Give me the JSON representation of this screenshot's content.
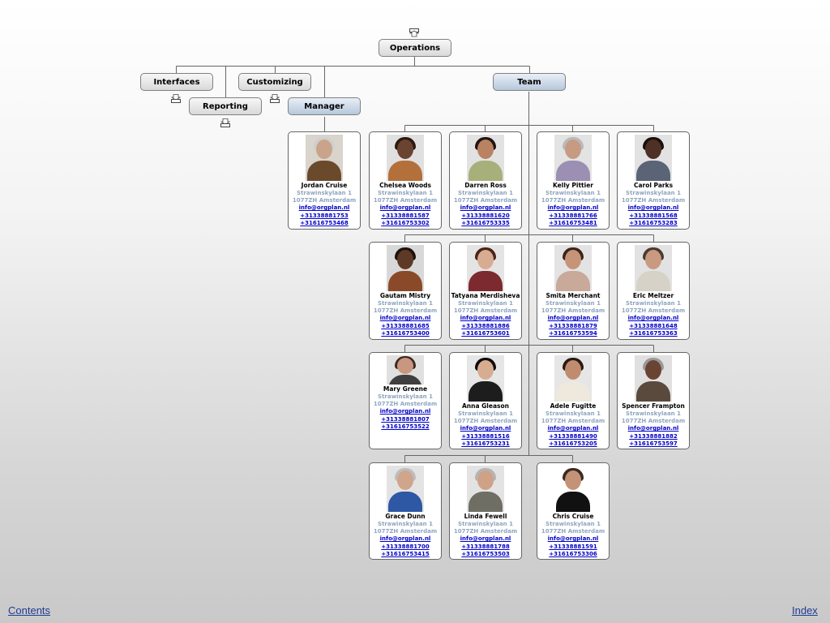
{
  "nodes": {
    "operations": "Operations",
    "interfaces": "Interfaces",
    "customizing": "Customizing",
    "reporting": "Reporting",
    "manager": "Manager",
    "team": "Team"
  },
  "people": [
    {
      "name": "Jordan Cruise",
      "street": "Strawinskylaan 1",
      "city": "1077ZH  Amsterdam",
      "email": "info@orgplan.nl",
      "phone1": "+31338881753",
      "phone2": "+31616753468",
      "skin": "#c9a48a",
      "hair": "#cfcfcf",
      "shirt": "#6b4a2c",
      "bg": "#d9d4cc"
    },
    {
      "name": "Chelsea Woods",
      "street": "Strawinskylaan 1",
      "city": "1077ZH  Amsterdam",
      "email": "info@orgplan.nl",
      "phone1": "+31338881587",
      "phone2": "+31616753302",
      "skin": "#6b4331",
      "hair": "#2a1a12",
      "shirt": "#b4703a",
      "bg": "#e0e0e0"
    },
    {
      "name": "Darren Ross",
      "street": "Strawinskylaan 1",
      "city": "1077ZH  Amsterdam",
      "email": "info@orgplan.nl",
      "phone1": "+31338881620",
      "phone2": "+31616753335",
      "skin": "#b88263",
      "hair": "#1f1411",
      "shirt": "#a7b07a",
      "bg": "#e2e2e2"
    },
    {
      "name": "Kelly Pittier",
      "street": "Strawinskylaan 1",
      "city": "1077ZH  Amsterdam",
      "email": "info@orgplan.nl",
      "phone1": "+31338881766",
      "phone2": "+31616753481",
      "skin": "#c69b82",
      "hair": "#b9b9b9",
      "shirt": "#9b8fb3",
      "bg": "#e3e3e3"
    },
    {
      "name": "Carol Parks",
      "street": "Strawinskylaan 1",
      "city": "1077ZH  Amsterdam",
      "email": "info@orgplan.nl",
      "phone1": "+31338881568",
      "phone2": "+31616753283",
      "skin": "#4f3025",
      "hair": "#1a100c",
      "shirt": "#5a6476",
      "bg": "#e2e2e2"
    },
    {
      "name": "Gautam Mistry",
      "street": "Strawinskylaan 1",
      "city": "1077ZH  Amsterdam",
      "email": "info@orgplan.nl",
      "phone1": "+31338881685",
      "phone2": "+31616753400",
      "skin": "#5e3a26",
      "hair": "#1d120c",
      "shirt": "#8a4a2a",
      "bg": "#d8d8d8"
    },
    {
      "name": "Tatyana Merdisheva",
      "street": "Strawinskylaan 1",
      "city": "1077ZH  Amsterdam",
      "email": "info@orgplan.nl",
      "phone1": "+31338881886",
      "phone2": "+31616753601",
      "skin": "#d8ab93",
      "hair": "#4a2316",
      "shirt": "#7c2a2f",
      "bg": "#e4e4e4"
    },
    {
      "name": "Smita Merchant",
      "street": "Strawinskylaan 1",
      "city": "1077ZH  Amsterdam",
      "email": "info@orgplan.nl",
      "phone1": "+31338881879",
      "phone2": "+31616753594",
      "skin": "#c69478",
      "hair": "#3c2418",
      "shirt": "#c9a99a",
      "bg": "#e3e3e3"
    },
    {
      "name": "Eric Meltzer",
      "street": "Strawinskylaan 1",
      "city": "1077ZH  Amsterdam",
      "email": "info@orgplan.nl",
      "phone1": "+31338881648",
      "phone2": "+31616753363",
      "skin": "#c99a80",
      "hair": "#4a3a30",
      "shirt": "#d6d2c8",
      "bg": "#e2e2e2"
    },
    {
      "name": "Mary Greene",
      "street": "Strawinskylaan 1",
      "city": "1077ZH  Amsterdam",
      "email": "info@orgplan.nl",
      "phone1": "+31338881807",
      "phone2": "+31616753522",
      "skin": "#c99780",
      "hair": "#3a2a22",
      "shirt": "#3f3f3f",
      "bg": "#e0e0e0",
      "small": true
    },
    {
      "name": "Anna Gleason",
      "street": "Strawinskylaan 1",
      "city": "1077ZH  Amsterdam",
      "email": "info@orgplan.nl",
      "phone1": "+31338881516",
      "phone2": "+31616753231",
      "skin": "#d7ad92",
      "hair": "#0f0b0a",
      "shirt": "#1d1d1d",
      "bg": "#e6e6e6"
    },
    {
      "name": "Adele Fugitte",
      "street": "Strawinskylaan 1",
      "city": "1077ZH  Amsterdam",
      "email": "info@orgplan.nl",
      "phone1": "+31338881490",
      "phone2": "+31616753205",
      "skin": "#c08c70",
      "hair": "#2a1912",
      "shirt": "#efe8dd",
      "bg": "#e6e6e6"
    },
    {
      "name": "Spencer Frampton",
      "street": "Strawinskylaan 1",
      "city": "1077ZH  Amsterdam",
      "email": "info@orgplan.nl",
      "phone1": "+31338881882",
      "phone2": "+31616753597",
      "skin": "#6a4433",
      "hair": "#9a9a9a",
      "shirt": "#5a4a3d",
      "bg": "#e0e0e0"
    },
    {
      "name": "Grace Dunn",
      "street": "Strawinskylaan 1",
      "city": "1077ZH  Amsterdam",
      "email": "info@orgplan.nl",
      "phone1": "+31338881700",
      "phone2": "+31616753415",
      "skin": "#d0a58b",
      "hair": "#bdbdbd",
      "shirt": "#2e57a4",
      "bg": "#e3e3e3"
    },
    {
      "name": "Linda Fewell",
      "street": "Strawinskylaan 1",
      "city": "1077ZH  Amsterdam",
      "email": "info@orgplan.nl",
      "phone1": "+31338881788",
      "phone2": "+31616753503",
      "skin": "#cfa287",
      "hair": "#b4b4b4",
      "shirt": "#6f6e64",
      "bg": "#e3e3e3"
    },
    {
      "name": "Chris Cruise",
      "street": "Strawinskylaan 1",
      "city": "1077ZH  Amsterdam",
      "email": "info@orgplan.nl",
      "phone1": "+31338881591",
      "phone2": "+31616753306",
      "skin": "#c49377",
      "hair": "#3a2a22",
      "shirt": "#111111",
      "bg": "#ffffff"
    }
  ],
  "footer": {
    "contents": "Contents",
    "index": "Index"
  },
  "colors": {
    "line": "#666666",
    "link": "#0000c8",
    "address": "#8fa6bf"
  }
}
